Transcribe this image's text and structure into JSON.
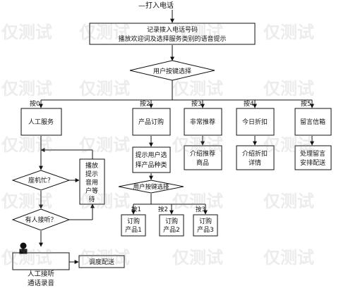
{
  "watermark_text": "仅测试",
  "colors": {
    "line": "#111111",
    "box_fill": "#ffffff",
    "watermark": "#969696"
  },
  "flow": {
    "start": "—打入电话",
    "record_line1": "记录拨入电话号码",
    "record_line2": "播放欢迎词及选择服务类别的语音提示",
    "menu": "用户按键选择",
    "keys": [
      "按0",
      "按2",
      "按3",
      "按4",
      "按5"
    ],
    "manual_service": "人工服务",
    "product_order": "产品订购",
    "special_recommend": "非常推荐",
    "today_discount": "今日折扣",
    "voicemail": "留言信箱",
    "prompt_line1": "提示用户选",
    "prompt_line2": "择产品种类",
    "recommend_line1": "介绍推荐",
    "recommend_line2": "商品",
    "discount_line1": "介绍折扣",
    "discount_line2": "详情",
    "voicemail_line1": "处理留言",
    "voicemail_line2": "安排配送",
    "submenu": "用户按键选择",
    "subkeys": [
      "按1",
      "按2",
      "按3"
    ],
    "order_products": [
      {
        "line1": "订购",
        "line2": "产品1"
      },
      {
        "line1": "订购",
        "line2": "产品2"
      },
      {
        "line1": "订购",
        "line2": "产品3"
      }
    ],
    "busy": "座机忙？",
    "answered": "有人接听？",
    "play_prompt": [
      "播放",
      "提示",
      "音用",
      "户等",
      "待"
    ],
    "agent_line1": "人工接听",
    "agent_line2": "通话录音",
    "dispatch": "调度配送"
  }
}
